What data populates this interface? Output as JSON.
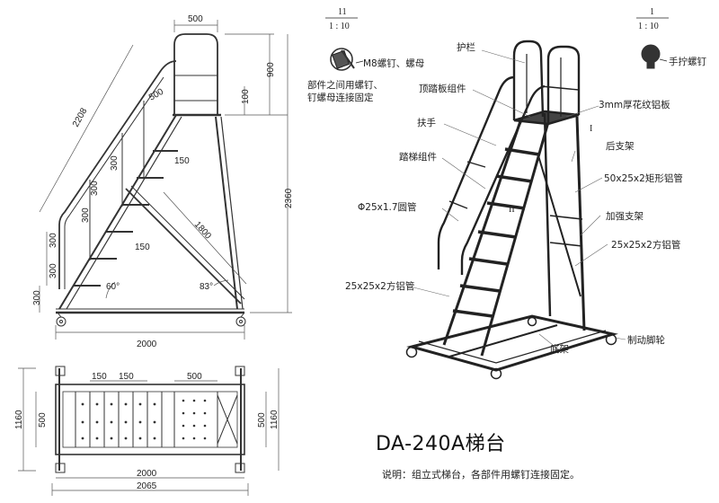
{
  "title": "DA-240A梯台",
  "note": "说明：组立式梯台，各部件用螺钉连接固定。",
  "side_view": {
    "dims": {
      "top_width": "500",
      "handrail_length": "2208",
      "platform_depth": "500",
      "guard_height": "900",
      "guard_step": "100",
      "total_height": "2360",
      "step_spacing": [
        "300",
        "300",
        "300",
        "300",
        "300",
        "300"
      ],
      "step_offset_a": "150",
      "step_offset_b": "150",
      "diagonal": "1800",
      "angle_a": "60°",
      "angle_b": "83°",
      "base_length": "2000"
    }
  },
  "top_view": {
    "dims": {
      "tread_a": "150",
      "tread_b": "150",
      "platform": "500",
      "outer_width": "1160",
      "inner_width": "500",
      "right_width": "500",
      "right_outer": "1160",
      "length_inner": "2000",
      "length_outer": "2065"
    }
  },
  "detail_left": {
    "scale_num": "11",
    "scale_den": "1 : 10",
    "label": "M8螺钉、螺母",
    "desc_1": "部件之间用螺钉、",
    "desc_2": "钉螺母连接固定"
  },
  "detail_right": {
    "scale_num": "1",
    "scale_den": "1 : 10",
    "label": "手拧螺钉"
  },
  "marker_i": "I",
  "marker_ii": "II",
  "callouts": {
    "guardrail": "护栏",
    "top_tread": "顶踏板组件",
    "plate": "3mm厚花纹铝板",
    "handrail": "扶手",
    "rear_frame": "后支架",
    "step_assy": "踏梯组件",
    "rect_tube": "50x25x2矩形铝管",
    "round_tube": "Φ25x1.7圆管",
    "brace": "加强支架",
    "sq_tube_right": "25x25x2方铝管",
    "sq_tube_left": "25x25x2方铝管",
    "caster": "制动脚轮",
    "base": "底架"
  }
}
